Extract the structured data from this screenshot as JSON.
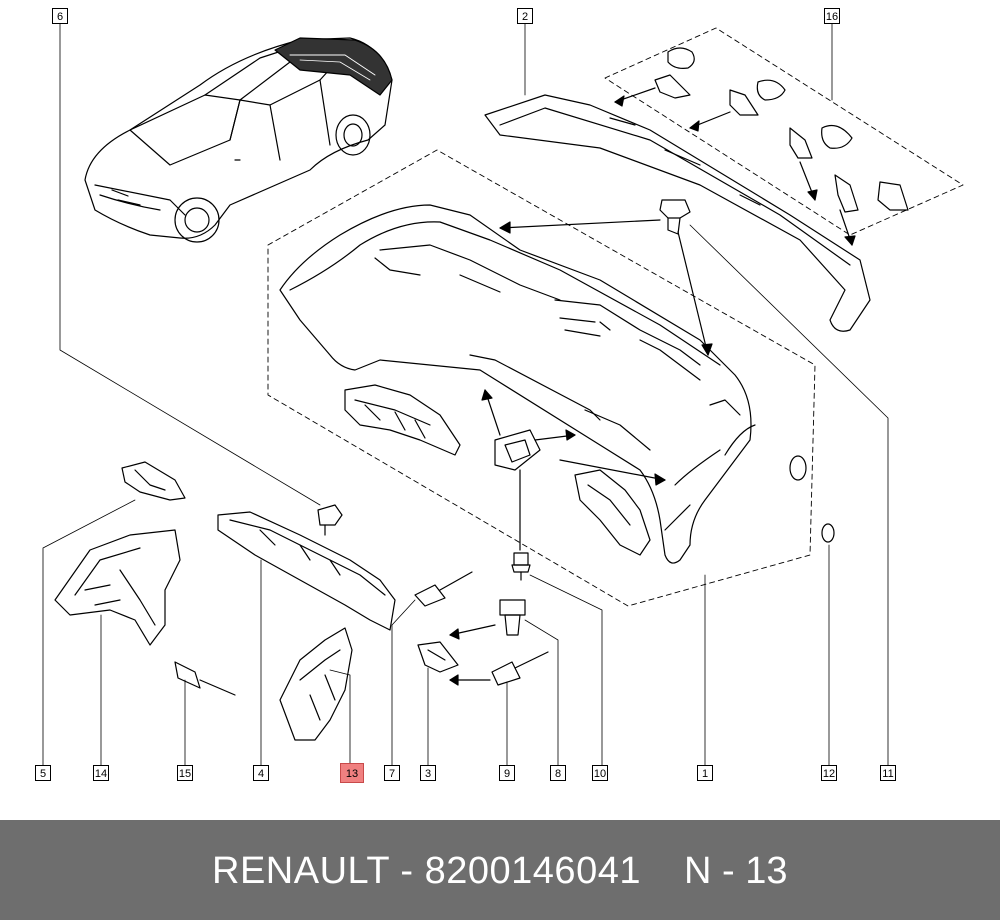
{
  "callouts": {
    "c1": "1",
    "c2": "2",
    "c3": "3",
    "c4": "4",
    "c5": "5",
    "c6": "6",
    "c7": "7",
    "c8": "8",
    "c9": "9",
    "c10": "10",
    "c11": "11",
    "c12": "12",
    "c13": "13",
    "c14": "14",
    "c15": "15",
    "c16": "16"
  },
  "highlight": {
    "callout": "13",
    "color": "#f08080"
  },
  "footer": {
    "brand_part": "RENAULT - 8200146041",
    "position": "N - 13",
    "background": "#6e6e6e"
  }
}
